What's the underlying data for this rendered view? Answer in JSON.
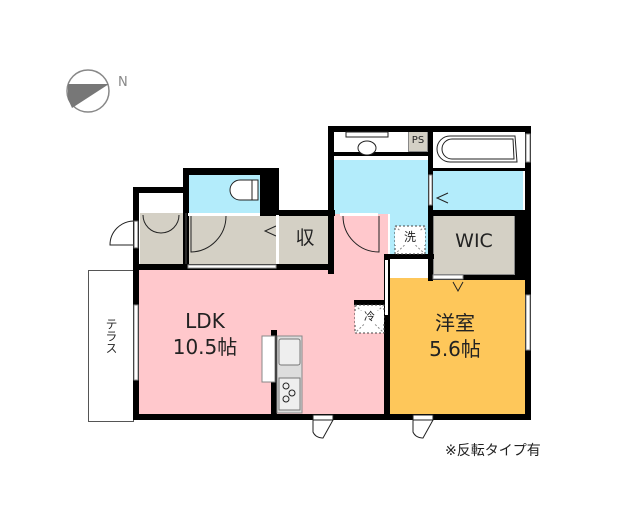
{
  "compass": {
    "label": "N",
    "icon": "compass-icon"
  },
  "rooms": {
    "ldk": {
      "name": "LDK",
      "size": "10.5帖",
      "color": "#ffc8cc"
    },
    "western": {
      "name": "洋室",
      "size": "5.6帖",
      "color": "#fec75a"
    },
    "wic": {
      "name": "WIC",
      "color": "#d4d0c5"
    },
    "storage": {
      "name": "収",
      "color": "#d4d0c5"
    },
    "ps": {
      "name": "PS",
      "color": "#d4d0c5"
    },
    "washer": {
      "name": "洗"
    },
    "fridge": {
      "name": "冷"
    },
    "terrace": {
      "name": "テラス"
    },
    "wet_color": "#b3ecfb",
    "hall_color": "#d4d0c5"
  },
  "note": "※反転タイプ有"
}
